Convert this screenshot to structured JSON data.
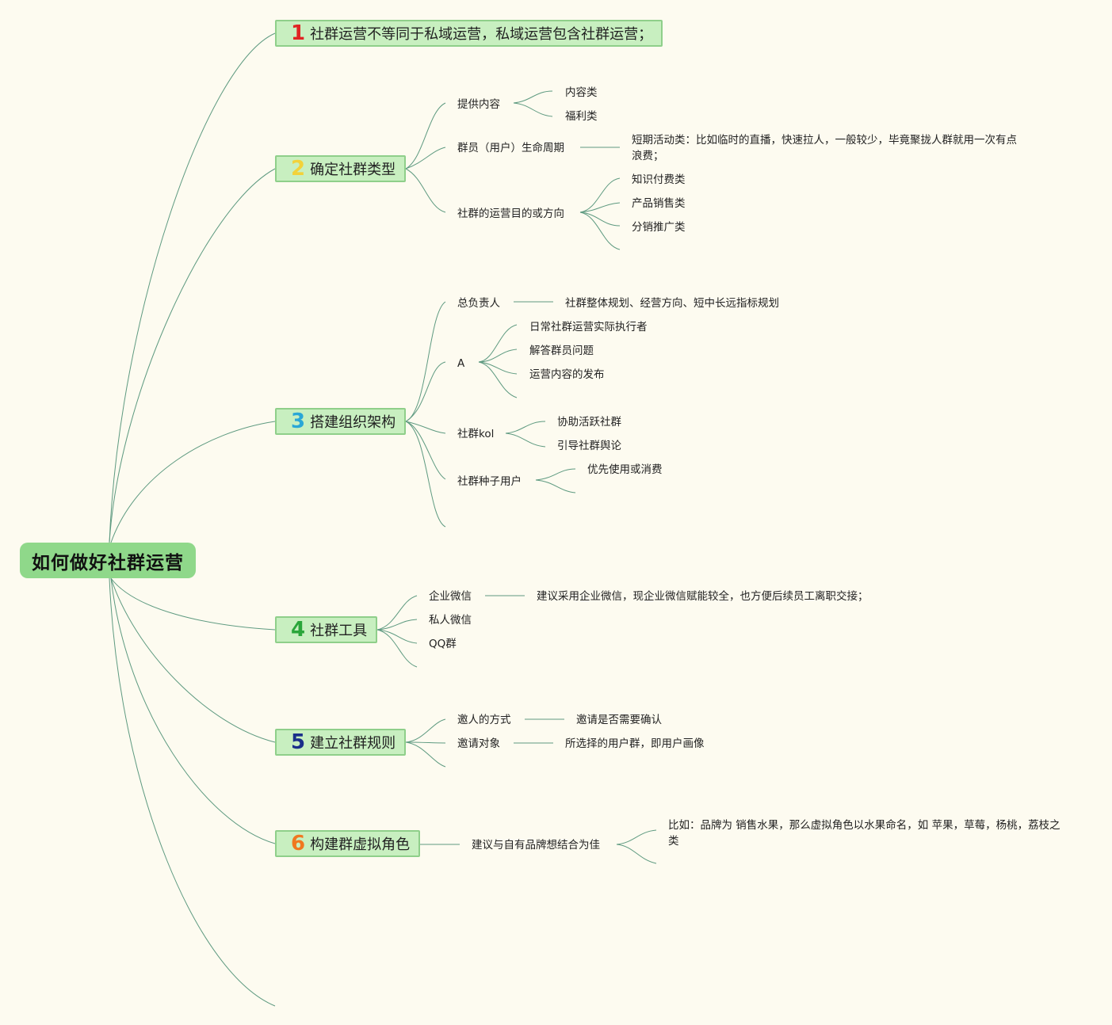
{
  "root": {
    "label": "如何做好社群运营"
  },
  "colors": {
    "background": "#fdfbf0",
    "root_fill": "#8fd88a",
    "topic_fill": "#c8efc0",
    "topic_border": "#8fcf8a",
    "line": "#5e9a80"
  },
  "topics": [
    {
      "num": "1",
      "num_color": "#e02424",
      "label": "社群运营不等同于私域运营，私域运营包含社群运营；"
    },
    {
      "num": "2",
      "num_color": "#f2d23a",
      "label": "确定社群类型",
      "children": [
        {
          "label": "提供内容",
          "children": [
            {
              "label": "内容类"
            },
            {
              "label": "福利类"
            }
          ]
        },
        {
          "label": "群员（用户）生命周期",
          "children": [
            {
              "label": "短期活动类：比如临时的直播，快速拉人，一般较少，毕竟聚拢人群就用一次有点浪费；"
            }
          ]
        },
        {
          "label": "社群的运营目的或方向",
          "children": [
            {
              "label": "知识付费类"
            },
            {
              "label": "产品销售类"
            },
            {
              "label": "分销推广类"
            }
          ]
        }
      ]
    },
    {
      "num": "3",
      "num_color": "#2aa7d6",
      "label": "搭建组织架构",
      "children": [
        {
          "label": "总负责人",
          "children": [
            {
              "label": "社群整体规划、经营方向、短中长远指标规划"
            }
          ]
        },
        {
          "label": "A",
          "children": [
            {
              "label": "日常社群运营实际执行者"
            },
            {
              "label": "解答群员问题"
            },
            {
              "label": "运营内容的发布"
            }
          ]
        },
        {
          "label": "社群kol",
          "children": [
            {
              "label": "协助活跃社群"
            },
            {
              "label": "引导社群舆论"
            }
          ]
        },
        {
          "label": "社群种子用户",
          "children": [
            {
              "label": "优先使用或消费"
            }
          ]
        }
      ]
    },
    {
      "num": "4",
      "num_color": "#2aa63a",
      "label": "社群工具",
      "children": [
        {
          "label": "企业微信",
          "children": [
            {
              "label": "建议采用企业微信，现企业微信赋能较全，也方便后续员工离职交接；"
            }
          ]
        },
        {
          "label": "私人微信"
        },
        {
          "label": "QQ群"
        }
      ]
    },
    {
      "num": "5",
      "num_color": "#1a2f8a",
      "label": "建立社群规则",
      "children": [
        {
          "label": "邀人的方式",
          "children": [
            {
              "label": "邀请是否需要确认"
            }
          ]
        },
        {
          "label": "邀请对象",
          "children": [
            {
              "label": "所选择的用户群，即用户画像"
            }
          ]
        }
      ]
    },
    {
      "num": "6",
      "num_color": "#f07820",
      "label": "构建群虚拟角色",
      "children": [
        {
          "label": "建议与自有品牌想结合为佳",
          "children": [
            {
              "label": "比如：品牌为 销售水果，那么虚拟角色以水果命名，如 苹果，草莓，杨桃，荔枝之类"
            }
          ]
        }
      ]
    }
  ]
}
